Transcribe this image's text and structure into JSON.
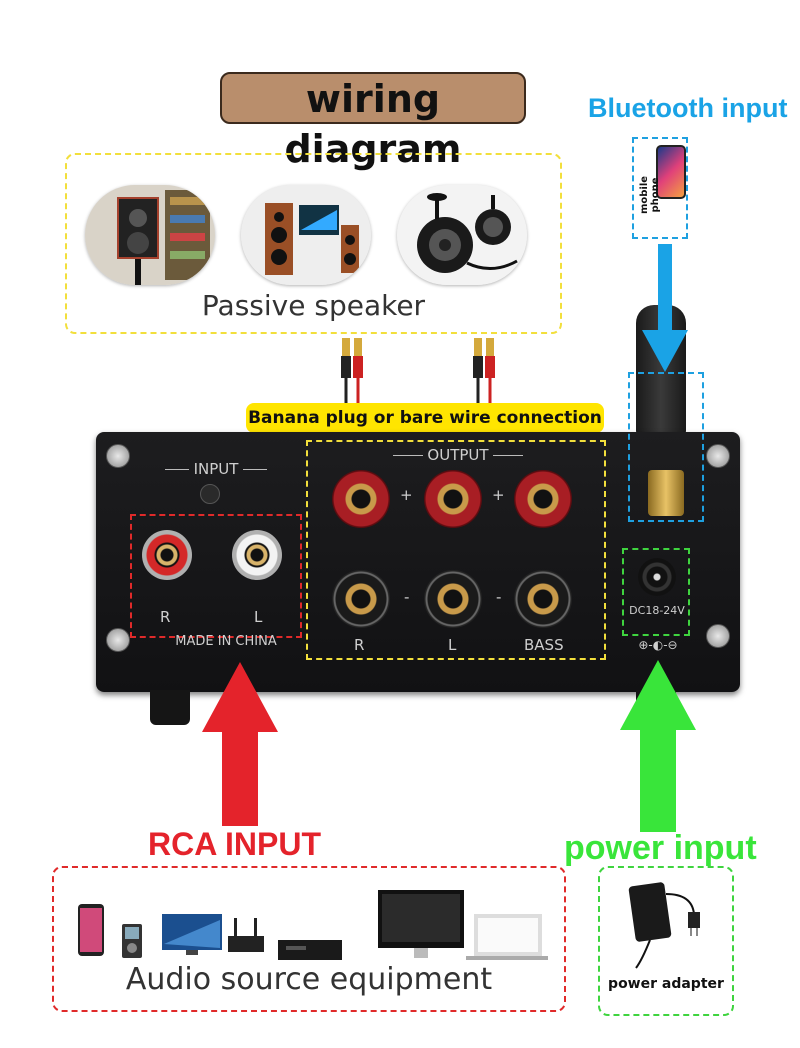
{
  "title": "wiring diagram",
  "bluetooth": {
    "label": "Bluetooth input",
    "phone_label": "mobile phone"
  },
  "speakers": {
    "label": "Passive speaker"
  },
  "connection": {
    "label": "Banana plug or bare wire connection"
  },
  "amp": {
    "input_label": "INPUT",
    "output_label": "OUTPUT",
    "rca_r": "R",
    "rca_l": "L",
    "made_in": "MADE IN CHINA",
    "out_r": "R",
    "out_l": "L",
    "out_bass": "BASS",
    "plus": "+",
    "minus": "-",
    "dc_label": "DC18-24V",
    "polarity": "⊕-◐-⊖"
  },
  "rca_input": {
    "label": "RCA INPUT"
  },
  "power_input": {
    "label": "power input"
  },
  "audio_source": {
    "label": "Audio source equipment"
  },
  "power_adapter": {
    "label": "power adapter"
  },
  "colors": {
    "rca": "#e4232b",
    "power": "#39e53a",
    "bluetooth": "#1aa3e6",
    "output": "#f2df3c"
  }
}
